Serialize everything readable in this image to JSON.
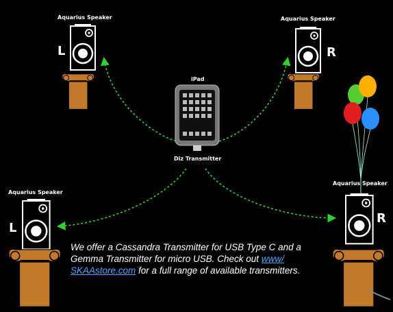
{
  "speakers": [
    {
      "id": "top-left",
      "label": "Aquarius Speaker",
      "channel": "L"
    },
    {
      "id": "top-right",
      "label": "Aquarius Speaker",
      "channel": "R"
    },
    {
      "id": "bottom-left",
      "label": "Aquarius Speaker",
      "channel": "L"
    },
    {
      "id": "bottom-right",
      "label": "Aquarius Speaker",
      "channel": "R"
    }
  ],
  "source": {
    "label": "iPad",
    "transmitter_label": "Diz Transmitter"
  },
  "caption": {
    "text_before": "We offer a Cassandra Transmitter for USB Type C and a Gemma Transmitter for micro USB.  Check out ",
    "link_text": "www/ SKAAstore.com",
    "text_after": " for a full range of available transmitters."
  },
  "colors": {
    "background": "#000000",
    "signal_line": "#2fd12f",
    "pedestal": "#c07a2a",
    "speaker": "#ffffff",
    "link": "#4aa3ff",
    "balloons": [
      "#ffb000",
      "#55cc33",
      "#e02020",
      "#2a90ff"
    ]
  }
}
